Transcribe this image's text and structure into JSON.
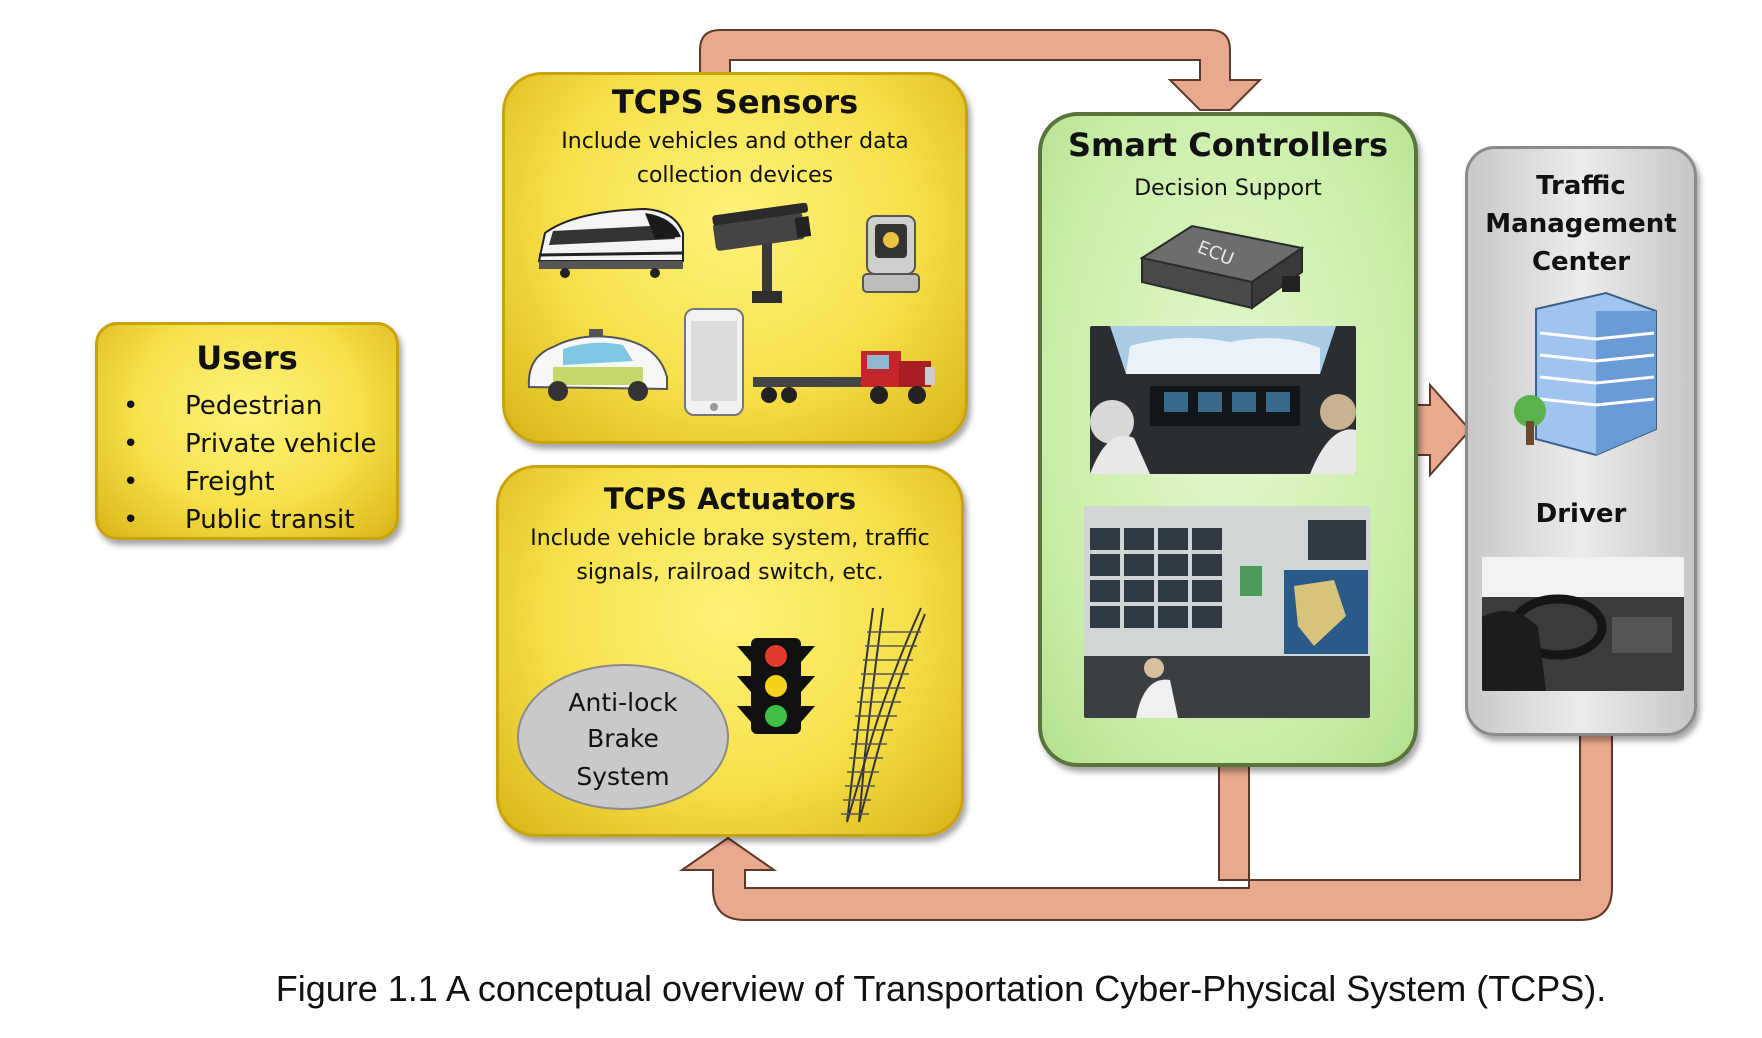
{
  "users": {
    "title": "Users",
    "items": [
      "Pedestrian",
      "Private vehicle",
      "Freight",
      "Public transit"
    ]
  },
  "sensors": {
    "title": "TCPS Sensors",
    "description_line1": "Include vehicles and other data",
    "description_line2": "collection devices"
  },
  "actuators": {
    "title": "TCPS Actuators",
    "description_line1": "Include vehicle brake system, traffic",
    "description_line2": "signals, railroad switch, etc.",
    "abs_line1": "Anti-lock",
    "abs_line2": "Brake",
    "abs_line3": "System"
  },
  "controllers": {
    "title": "Smart Controllers",
    "subtitle": "Decision Support",
    "ecu_label": "ECU"
  },
  "tmc": {
    "title_line1": "Traffic",
    "title_line2": "Management",
    "title_line3": "Center",
    "driver_label": "Driver"
  },
  "caption": "Figure 1.1 A conceptual overview of Transportation Cyber-Physical System (TCPS).",
  "colors": {
    "yellow_box": "#f6e04a",
    "green_box": "#c8eda6",
    "gray_box": "#e0e0e0",
    "arrow_fill": "#e8a98e",
    "arrow_stroke": "#5c3a2a"
  }
}
